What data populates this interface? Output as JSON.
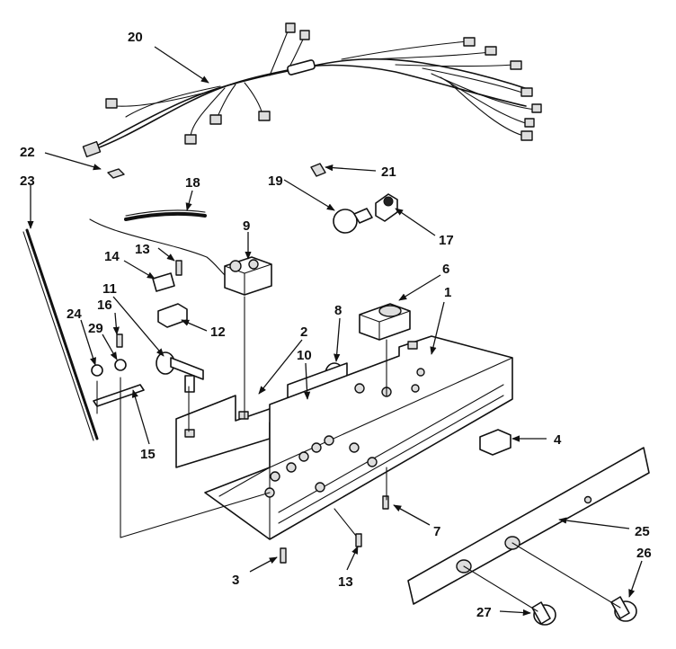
{
  "diagram": {
    "callouts": {
      "c1": "1",
      "c2": "2",
      "c3": "3",
      "c4": "4",
      "c6": "6",
      "c7": "7",
      "c8": "8",
      "c9": "9",
      "c10": "10",
      "c11": "11",
      "c12": "12",
      "c13a": "13",
      "c13b": "13",
      "c14": "14",
      "c15": "15",
      "c16": "16",
      "c17": "17",
      "c18": "18",
      "c19": "19",
      "c20": "20",
      "c21": "21",
      "c22": "22",
      "c23": "23",
      "c24": "24",
      "c25": "25",
      "c26": "26",
      "c27": "27",
      "c29": "29"
    }
  }
}
